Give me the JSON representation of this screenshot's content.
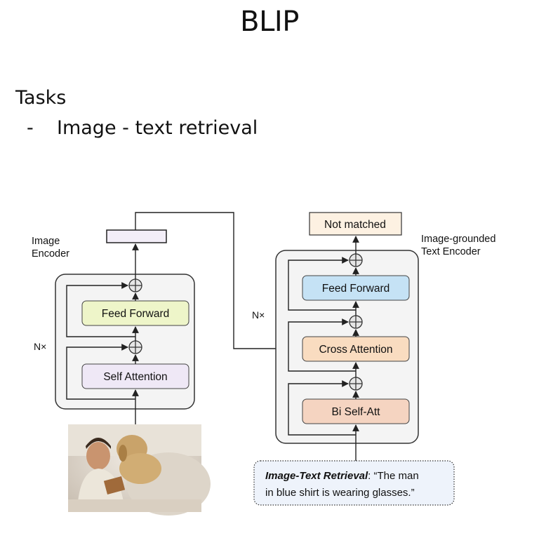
{
  "page": {
    "title": "BLIP",
    "tasks_heading": "Tasks",
    "task_bullet": "-",
    "task_item": "Image - text retrieval"
  },
  "diagram": {
    "image_encoder": {
      "label_line1": "Image",
      "label_line2": "Encoder",
      "repeat": "N×",
      "blocks": {
        "feed_forward": "Feed Forward",
        "self_attention": "Self Attention"
      },
      "photo_icon": "photo-man-with-dog"
    },
    "text_encoder": {
      "label_line1": "Image-grounded",
      "label_line2": "Text Encoder",
      "repeat": "N×",
      "output": "Not matched",
      "blocks": {
        "feed_forward": "Feed Forward",
        "cross_attention": "Cross Attention",
        "bi_self_att": "Bi Self-Att"
      }
    },
    "input_caption": {
      "bold_part": "Image-Text Retrieval",
      "rest_line1": ": “The man",
      "line2": "in blue shirt is wearing glasses.”"
    },
    "colors": {
      "feed_forward_left": "#eef5c9",
      "self_attention": "#efe8f6",
      "feed_forward_right": "#c5e2f5",
      "cross_attention": "#f9dcc0",
      "bi_self_att": "#f5d4c1",
      "not_matched": "#fdf1e2",
      "caption_box": "#eef3fb",
      "container": "#f4f4f4"
    }
  }
}
